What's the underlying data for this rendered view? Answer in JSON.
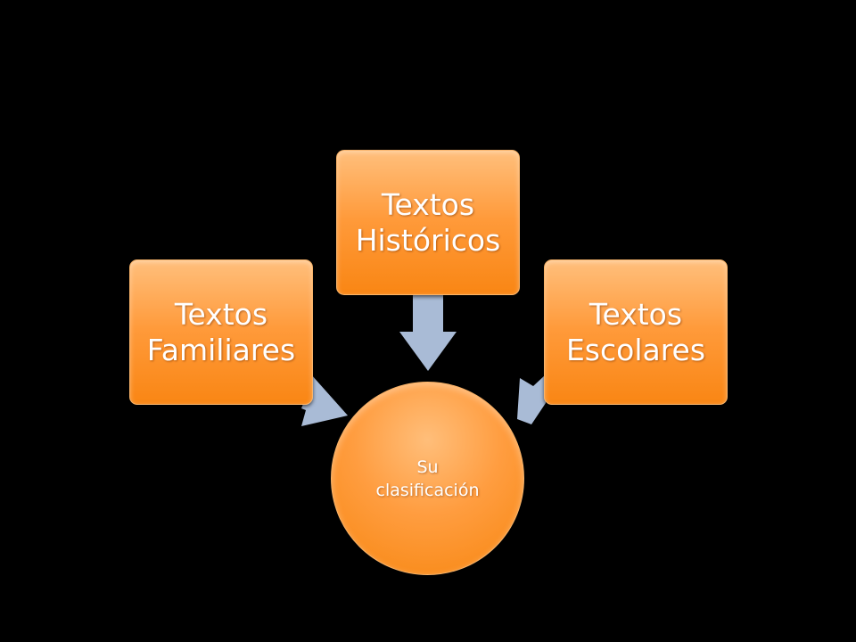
{
  "diagram": {
    "center": {
      "label": "Su\nclasificación"
    },
    "nodes": [
      {
        "id": "familiares",
        "label": "Textos\nFamiliares"
      },
      {
        "id": "historicos",
        "label": "Textos\nHistóricos"
      },
      {
        "id": "escolares",
        "label": "Textos\nEscolares"
      }
    ]
  },
  "colors": {
    "background": "#000000",
    "node_fill": "#ff9a3a",
    "arrow_fill": "#a9bbd6",
    "text": "#ffffff"
  }
}
